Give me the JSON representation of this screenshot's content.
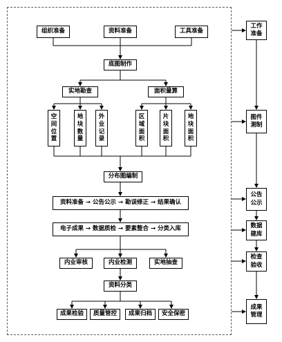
{
  "top_row": [
    "组织准备",
    "资料准备",
    "工具准备"
  ],
  "base_map": "底图制作",
  "survey": "实地勘查",
  "area_calc": "面积量算",
  "survey_items": [
    "空间位置",
    "地块数量",
    "外业记录"
  ],
  "area_items": [
    "区域面积",
    "片块面积",
    "地块面积"
  ],
  "distribution": "分布图编制",
  "process_row1": "资料准备 → 公告公示 → 勘误修正 → 结果确认",
  "process_row2": "电子成果 → 数据质检 → 要素整合 → 分类入库",
  "review_items": [
    "内业审核",
    "内业检测",
    "实地抽查"
  ],
  "classification": "资料分类",
  "result_items": [
    "成果检验",
    "质量管控",
    "成果归档",
    "安全保密"
  ],
  "stages": [
    "工作准备",
    "图件测制",
    "公告公示",
    "数据建库",
    "检查验收",
    "成果管理"
  ]
}
